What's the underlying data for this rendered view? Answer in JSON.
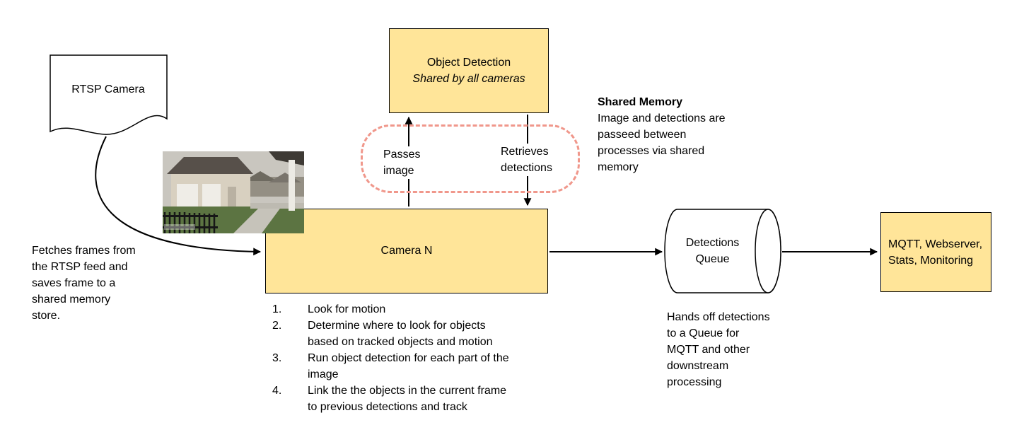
{
  "colors": {
    "node_fill": "#ffe599",
    "node_border": "#000000",
    "shared_memory_border": "#f0978b",
    "arrow": "#000000",
    "background": "#ffffff"
  },
  "nodes": {
    "rtsp_camera": {
      "label": "RTSP Camera"
    },
    "object_detection": {
      "title": "Object Detection",
      "subtitle": "Shared by all cameras"
    },
    "camera_n": {
      "label": "Camera N",
      "steps": [
        {
          "num": "1.",
          "text": "Look for motion"
        },
        {
          "num": "2.",
          "text": "Determine where to look for objects\nbased on tracked objects and motion"
        },
        {
          "num": "3.",
          "text": "Run object detection for each part of the\nimage"
        },
        {
          "num": "4.",
          "text": "Link the the objects in the current frame\nto previous detections and track"
        }
      ]
    },
    "detections_queue": {
      "label": "Detections\nQueue"
    },
    "mqtt": {
      "label": "MQTT, Webserver,\nStats, Monitoring"
    }
  },
  "annotations": {
    "fetch_note": "Fetches frames from\nthe RTSP feed and\nsaves frame to a\nshared memory\nstore.",
    "shared_memory_title": "Shared Memory",
    "shared_memory_desc": "Image and detections are\npasseed between\nprocesses via shared\nmemory",
    "passes_image": "Passes\nimage",
    "retrieves_detections": "Retrieves\ndetections",
    "queue_note": "Hands off detections\nto a Queue for\nMQTT and other\ndownstream\nprocessing"
  }
}
